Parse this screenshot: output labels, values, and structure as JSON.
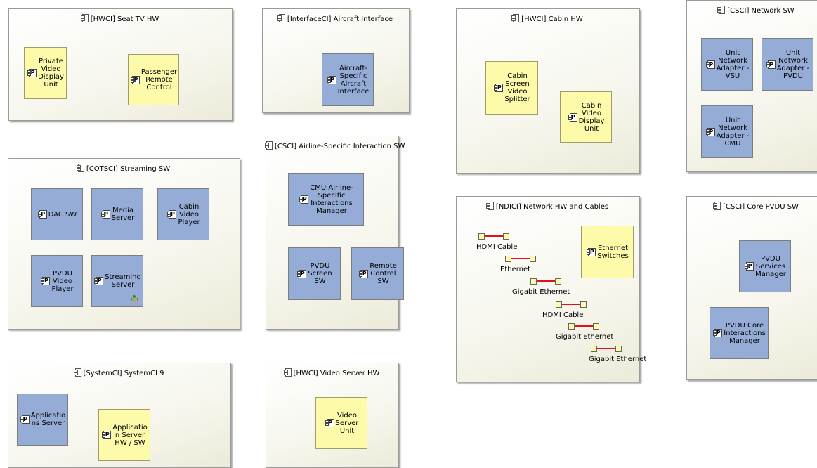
{
  "containers": {
    "seat_tv_hw": "[HWCI] Seat TV HW",
    "aircraft_interface": "[InterfaceCI] Aircraft Interface",
    "cabin_hw": "[HWCI] Cabin HW",
    "network_sw": "[CSCI] Network SW",
    "streaming_sw": "[COTSCI] Streaming SW",
    "airline_interaction_sw": "[CSCI] Airline-Specific Interaction SW",
    "network_hw_cables": "[NDICI] Network HW and Cables",
    "core_pvdu_sw": "[CSCI] Core PVDU SW",
    "systemci9": "[SystemCI] SystemCI 9",
    "video_server_hw": "[HWCI] Video Server HW"
  },
  "parts": {
    "private_video_display_unit": "Private\nVideo\nDisplay\nUnit",
    "passenger_remote_control": "Passenger\nRemote\nControl",
    "aircraft_specific_interface": "Aircraft-\nSpecific\nAircraft\nInterface",
    "cabin_screen_video_splitter": "Cabin\nScreen\nVideo\nSplitter",
    "cabin_video_display_unit": "Cabin\nVideo\nDisplay\nUnit",
    "unit_network_adapter_vsu": "Unit\nNetwork\nAdapter -\nVSU",
    "unit_network_adapter_pvdu": "Unit\nNetwork\nAdapter -\nPVDU",
    "unit_network_adapter_cmu": "Unit\nNetwork\nAdapter -\nCMU",
    "dac_sw": "DAC SW",
    "media_server": "Media\nServer",
    "cabin_video_player": "Cabin\nVideo\nPlayer",
    "pvdu_video_player": "PVDU\nVideo\nPlayer",
    "streaming_server": "Streaming\nServer",
    "cmu_airline_interactions_manager": "CMU Airline-\nSpecific\nInteractions\nManager",
    "pvdu_screen_sw": "PVDU\nScreen\nSW",
    "remote_control_sw": "Remote\nControl\nSW",
    "ethernet_switches": "Ethernet\nSwitches",
    "pvdu_services_manager": "PVDU\nServices\nManager",
    "pvdu_core_interactions_manager": "PVDU Core\nInteractions\nManager",
    "applications_server": "Applicatio\nns Server",
    "application_server_hw_sw": "Applicatio\nn Server\nHW / SW",
    "video_server_unit": "Video\nServer\nUnit"
  },
  "connectors": {
    "c1": "HDMI Cable",
    "c2": "Ethernet",
    "c3": "Gigabit Ethernet",
    "c4": "HDMI Cable",
    "c5": "Gigabit Ethernet",
    "c6": "Gigabit Ethernet"
  },
  "port_letter": "P",
  "colors": {
    "software_part": "#95acd6",
    "hardware_part": "#fdfbaa",
    "cable_line": "#e0101c"
  }
}
